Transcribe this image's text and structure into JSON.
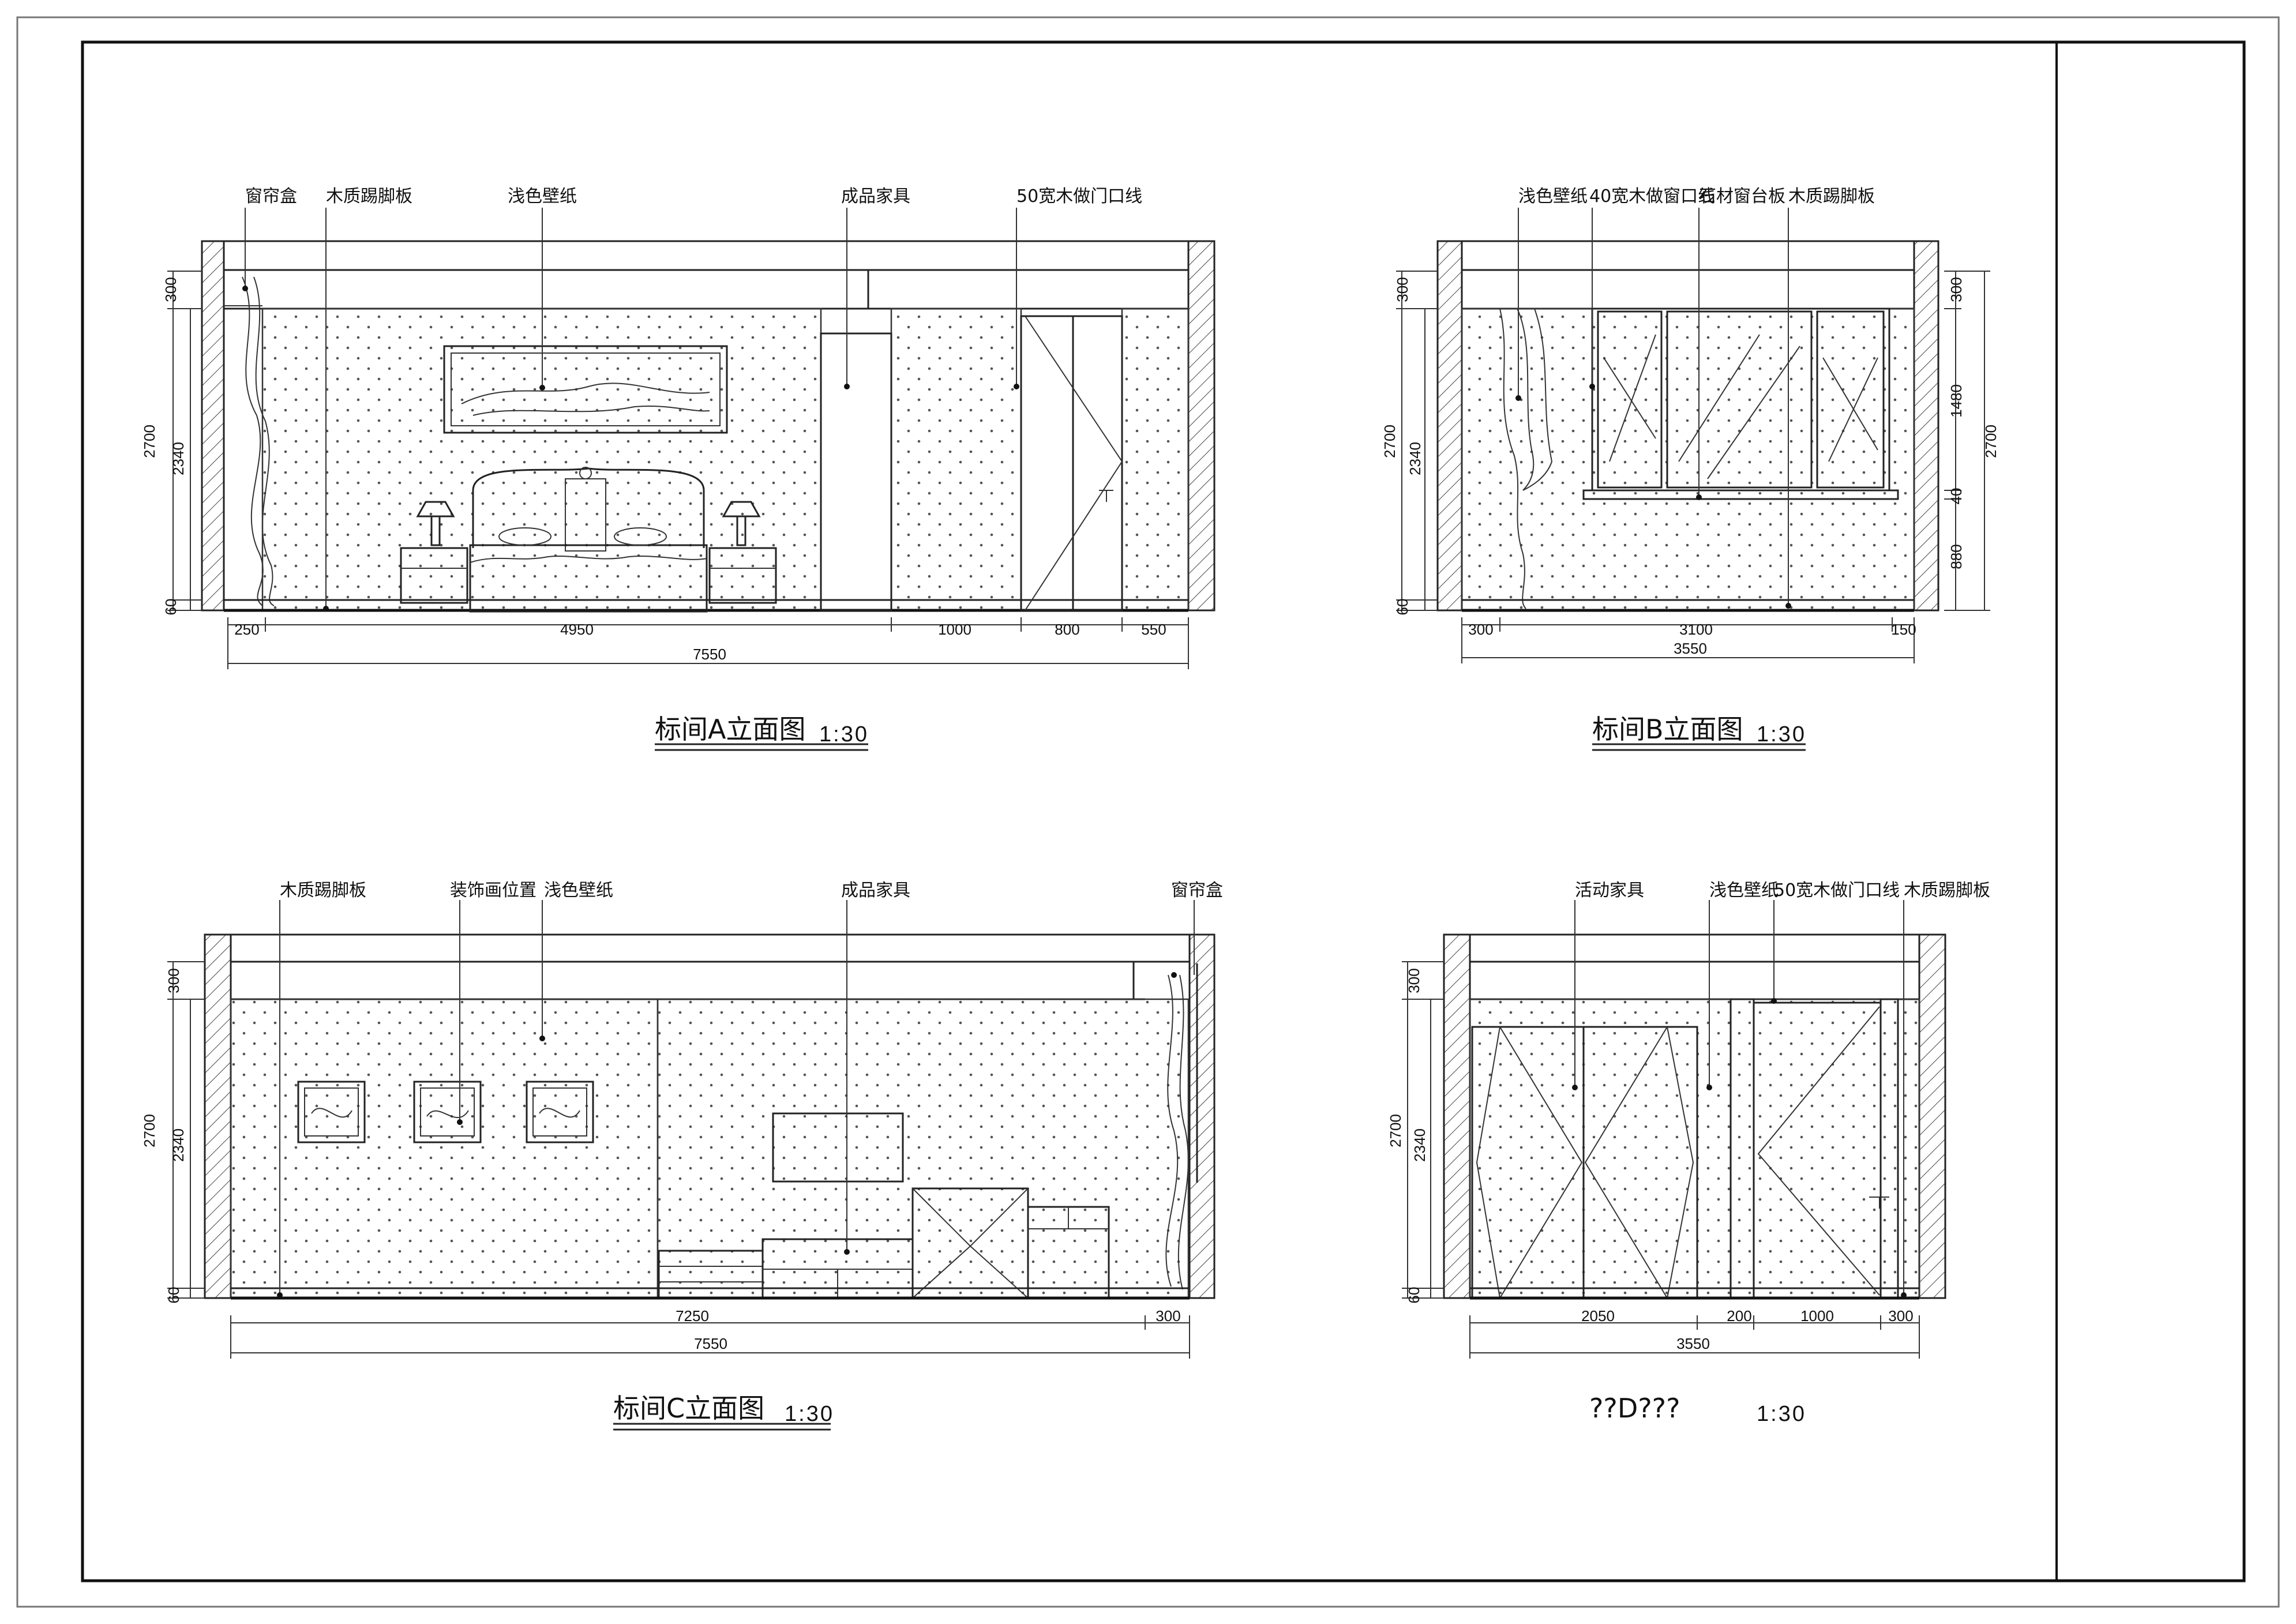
{
  "elevation_a": {
    "labels": [
      "窗帘盒",
      "木质踢脚板",
      "浅色壁纸",
      "成品家具",
      "50宽木做门口线"
    ],
    "dims_h": [
      "250",
      "4950",
      "1000",
      "800",
      "550"
    ],
    "dim_total": "7550",
    "dims_v": [
      "300",
      "2700",
      "2340",
      "60"
    ],
    "title": "标间A立面图",
    "scale": "1:30"
  },
  "elevation_b": {
    "labels": [
      "浅色壁纸",
      "40宽木做窗口线",
      "石材窗台板",
      "木质踢脚板"
    ],
    "dims_h": [
      "300",
      "3100",
      "150"
    ],
    "dim_total": "3550",
    "dims_v_left": [
      "300",
      "2700",
      "2340",
      "60"
    ],
    "dims_v_right": [
      "300",
      "1480",
      "2700",
      "40",
      "880"
    ],
    "title": "标间B立面图",
    "scale": "1:30"
  },
  "elevation_c": {
    "labels": [
      "木质踢脚板",
      "装饰画位置",
      "浅色壁纸",
      "成品家具",
      "窗帘盒"
    ],
    "dims_h": [
      "7250",
      "300"
    ],
    "dim_total": "7550",
    "dims_v": [
      "300",
      "2700",
      "2340",
      "60"
    ],
    "title": "标间C立面图",
    "scale": "1:30"
  },
  "elevation_d": {
    "labels": [
      "活动家具",
      "浅色壁纸",
      "50宽木做门口线",
      "木质踢脚板"
    ],
    "dims_h": [
      "2050",
      "200",
      "1000",
      "300"
    ],
    "dim_total": "3550",
    "dims_v": [
      "300",
      "2700",
      "2340",
      "60"
    ],
    "title": "??D???",
    "scale": "1:30"
  }
}
